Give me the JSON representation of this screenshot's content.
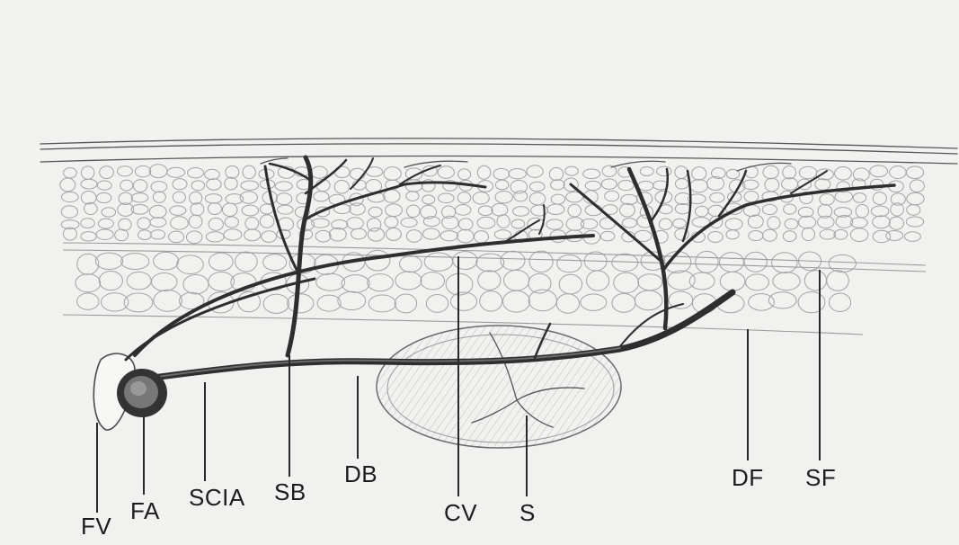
{
  "labels": {
    "fv": "FV",
    "fa": "FA",
    "scia": "SCIA",
    "sb": "SB",
    "db": "DB",
    "cv": "CV",
    "s": "S",
    "df": "DF",
    "sf": "SF"
  },
  "colors": {
    "paper": "#f1f1ef",
    "ink": "#2e2e2e",
    "pencil": "#555555"
  }
}
